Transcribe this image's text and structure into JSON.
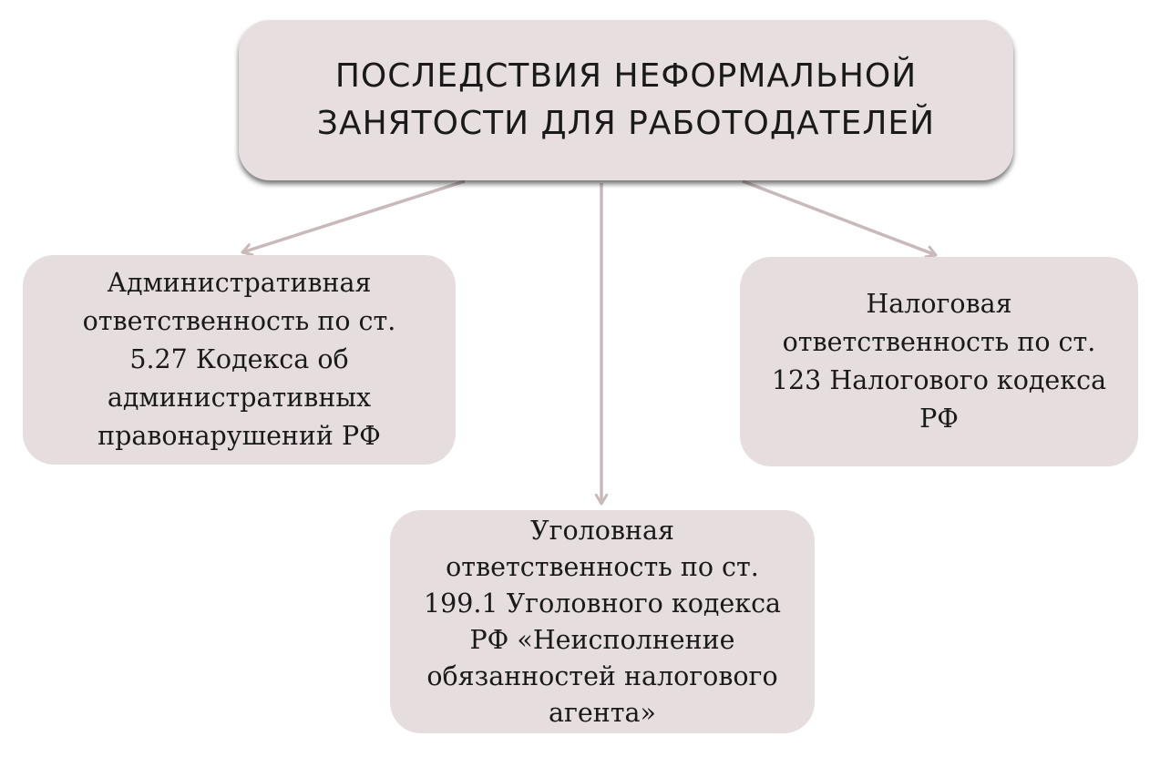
{
  "diagram": {
    "root": {
      "text": "ПОСЛЕДСТВИЯ НЕФОРМАЛЬНОЙ\nЗАНЯТОСТИ ДЛЯ РАБОТОДАТЕЛЕЙ"
    },
    "children": [
      {
        "id": "admin",
        "text": "Административная\nответственность по ст.\n5.27 Кодекса об\nадминистративных\nправонарушений РФ"
      },
      {
        "id": "criminal",
        "text": "Уголовная\nответственность по ст.\n199.1 Уголовного кодекса\nРФ «Неисполнение\nобязанностей налогового\nагента»"
      },
      {
        "id": "tax",
        "text": "Налоговая\nответственность по ст.\n123 Налогового кодекса\nРФ"
      }
    ],
    "colors": {
      "box_fill": "#e6dede",
      "connector": "#c9b9bb"
    }
  }
}
